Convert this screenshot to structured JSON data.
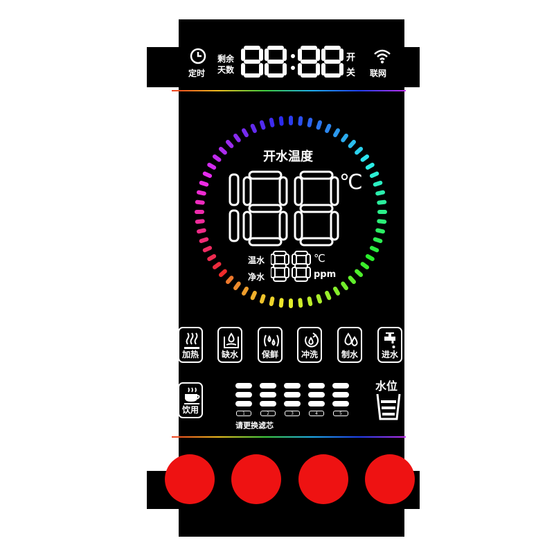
{
  "header": {
    "timer_label": "定时",
    "remaining_label_1": "剩余",
    "remaining_label_2": "天数",
    "display_digits": "88:88",
    "switch_on": "开",
    "switch_off": "关",
    "network_label": "联网"
  },
  "dial": {
    "title": "开水温度",
    "main_digits": "188",
    "main_unit": "℃",
    "warm_label": "温水",
    "pure_label": "净水",
    "sub_digits": "88",
    "sub_unit_temp": "℃",
    "sub_unit_ppm": "ppm"
  },
  "functions": [
    {
      "label": "加热",
      "icon": "heating-icon"
    },
    {
      "label": "缺水",
      "icon": "low-water-icon"
    },
    {
      "label": "保鲜",
      "icon": "fresh-icon"
    },
    {
      "label": "冲洗",
      "icon": "flush-icon"
    },
    {
      "label": "制水",
      "icon": "make-water-icon"
    },
    {
      "label": "进水",
      "icon": "inlet-icon"
    }
  ],
  "drinking": {
    "label": "饮用",
    "icon": "cup-icon"
  },
  "filters": {
    "numbers": [
      "1",
      "2",
      "3",
      "4",
      "5"
    ],
    "notice": "请更换滤芯"
  },
  "water_level": {
    "label": "水位",
    "icon": "water-level-icon"
  },
  "colors": {
    "button": "#ee1212",
    "panel": "#000000",
    "segment": "#ffffff"
  }
}
